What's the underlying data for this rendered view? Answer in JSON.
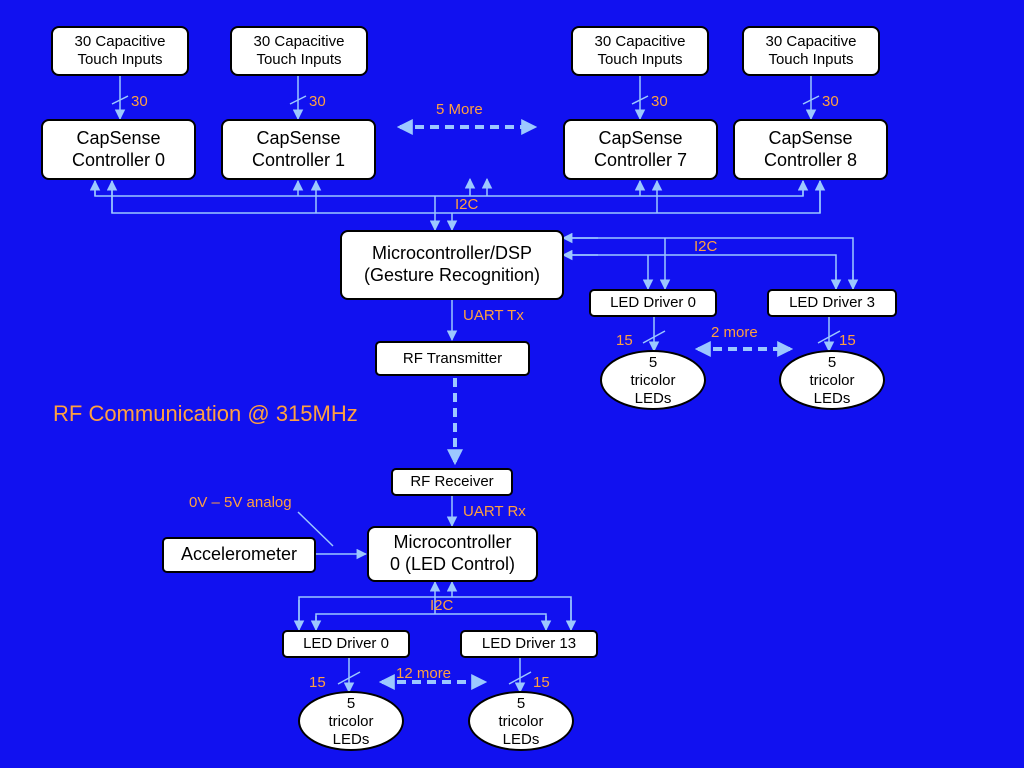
{
  "colors": {
    "background": "#1111f0",
    "wire": "#9cc8ff",
    "label": "#ffa040",
    "box": "#ffffff"
  },
  "inputs": [
    {
      "label": "30 Capacitive\nTouch Inputs",
      "count": "30"
    },
    {
      "label": "30 Capacitive\nTouch Inputs",
      "count": "30"
    },
    {
      "label": "30 Capacitive\nTouch Inputs",
      "count": "30"
    },
    {
      "label": "30 Capacitive\nTouch Inputs",
      "count": "30"
    }
  ],
  "controllers": [
    "CapSense\nController 0",
    "CapSense\nController 1",
    "CapSense\nController 7",
    "CapSense\nController 8"
  ],
  "top_more": "5 More",
  "i2c_top": "I2C",
  "i2c_right": "I2C",
  "i2c_bottom": "I2C",
  "mcu_dsp": "Microcontroller/DSP\n(Gesture Recognition)",
  "uart_tx": "UART Tx",
  "rf_transmitter": "RF Transmitter",
  "rf_comm": "RF Communication @ 315MHz",
  "rf_receiver": "RF Receiver",
  "uart_rx": "UART Rx",
  "analog": "0V – 5V analog",
  "accelerometer": "Accelerometer",
  "mcu_led": "Microcontroller\n0 (LED Control)",
  "top_led_drivers": [
    "LED Driver 0",
    "LED Driver 3"
  ],
  "top_led_more": "2 more",
  "bottom_led_drivers": [
    "LED Driver 0",
    "LED Driver 13"
  ],
  "bottom_led_more": "12 more",
  "led_count": "15",
  "leds": "5\ntricolor\nLEDs"
}
